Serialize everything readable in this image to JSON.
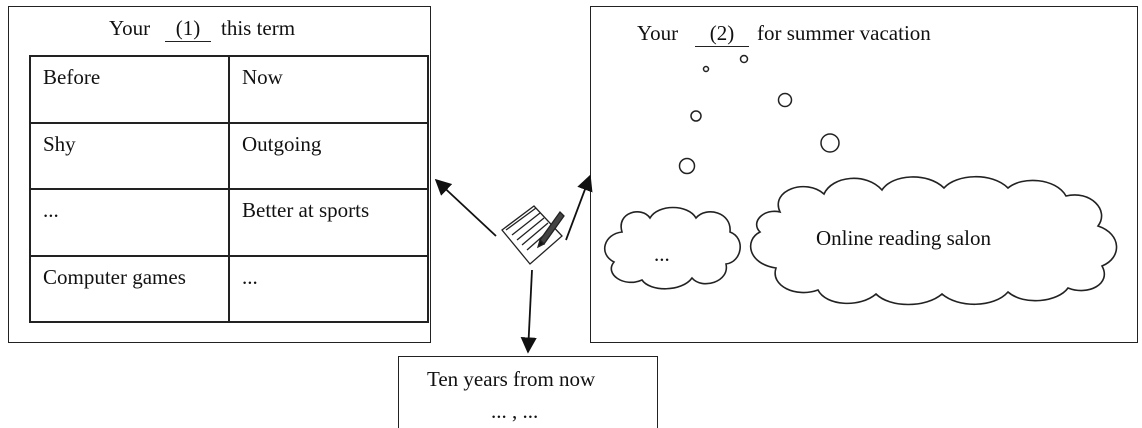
{
  "left_panel": {
    "title_before": "Your",
    "blank": "(1)",
    "title_after": "this term",
    "table": {
      "headers": [
        "Before",
        "Now"
      ],
      "rows": [
        [
          "Shy",
          "Outgoing"
        ],
        [
          "...",
          "Better at sports"
        ],
        [
          "Computer games",
          "..."
        ]
      ]
    }
  },
  "right_panel": {
    "title_before": "Your",
    "blank": "(2)",
    "title_after": "for summer vacation",
    "cloud_small": "...",
    "cloud_large": "Online reading salon"
  },
  "bottom_panel": {
    "title": "Ten years from now",
    "content": "... , ..."
  },
  "icons": [
    "paper-and-pen-icon"
  ]
}
